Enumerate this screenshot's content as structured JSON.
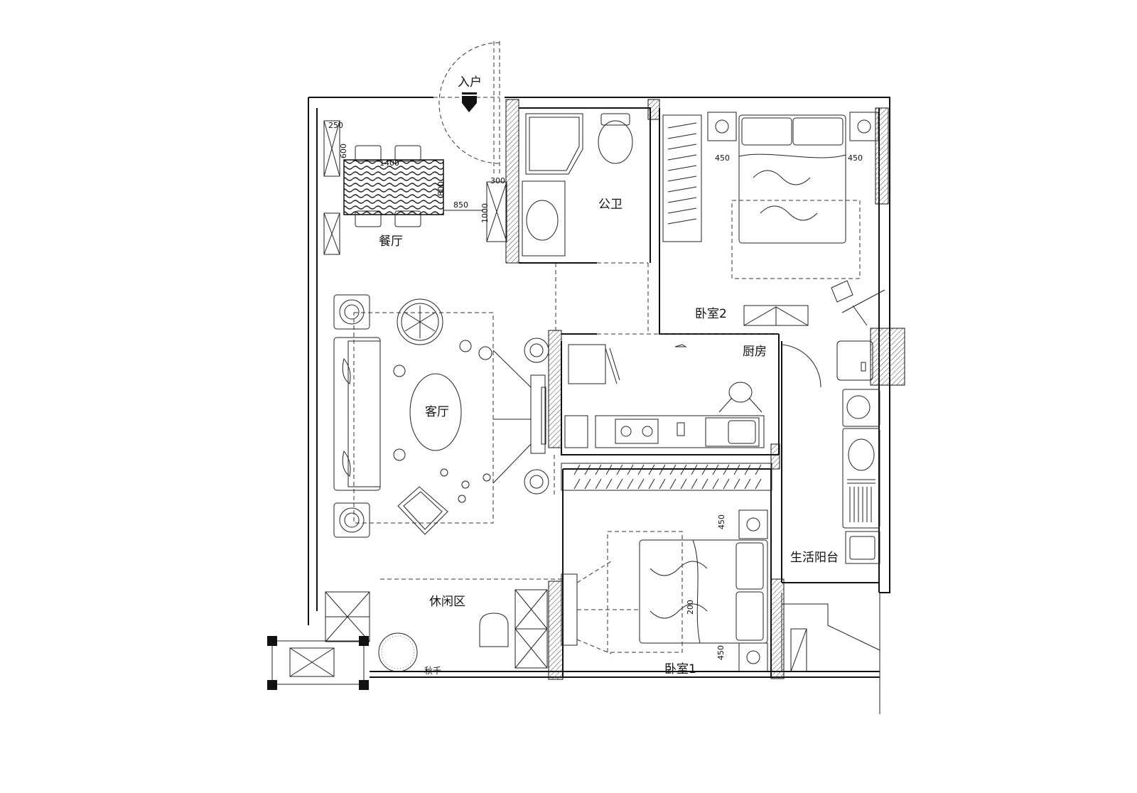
{
  "rooms": {
    "entry": "入户",
    "dining": "餐厅",
    "bath": "公卫",
    "bedroom2": "卧室2",
    "kitchen": "厨房",
    "living": "客厅",
    "leisure": "休闲区",
    "swing": "秋千",
    "bedroom1": "卧室1",
    "balcony": "生活阳台"
  },
  "dimensions": {
    "d250": "250",
    "d600": "600",
    "d1400": "1400",
    "d800": "800",
    "d850": "850",
    "d300": "300",
    "d1000": "1000",
    "d450_b2_left": "450",
    "d450_b2_right": "450",
    "d450_b1_top": "450",
    "d200_b1": "200",
    "d450_b1_bottom": "450"
  }
}
